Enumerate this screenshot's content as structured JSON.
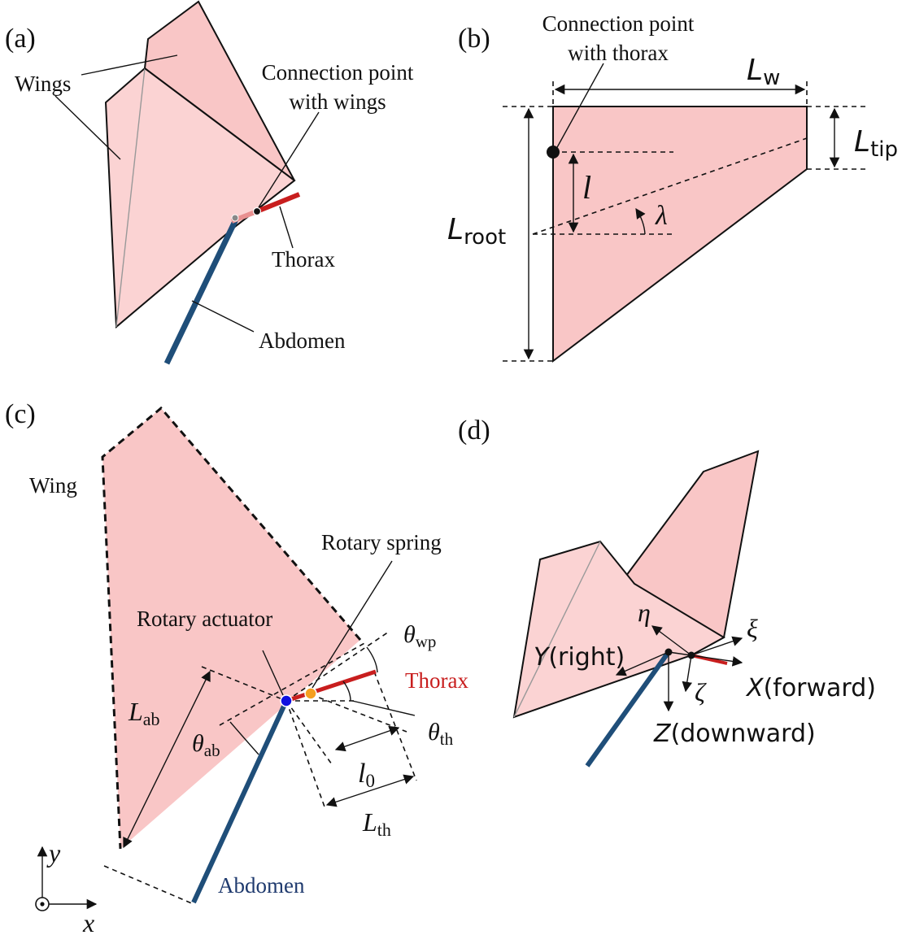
{
  "panels": {
    "a": {
      "tag": "(a)",
      "wings_label": "Wings",
      "connection_label_line1": "Connection point",
      "connection_label_line2": "with wings",
      "thorax_label": "Thorax",
      "abdomen_label": "Abdomen"
    },
    "b": {
      "tag": "(b)",
      "connection_label_line1": "Connection point",
      "connection_label_line2": "with thorax",
      "Lw": {
        "base": "L",
        "sub": "w"
      },
      "Ltip": {
        "base": "L",
        "sub": "tip"
      },
      "Lroot": {
        "base": "L",
        "sub": "root"
      },
      "l": "l",
      "lambda": "λ"
    },
    "c": {
      "tag": "(c)",
      "wing_label": "Wing",
      "rotary_spring_label": "Rotary spring",
      "rotary_actuator_label": "Rotary actuator",
      "theta_wp": {
        "base": "θ",
        "sub": "wp"
      },
      "thorax_label": "Thorax",
      "L_ab": {
        "base": "L",
        "sub": "ab"
      },
      "theta_ab": {
        "base": "θ",
        "sub": "ab"
      },
      "theta_th": {
        "base": "θ",
        "sub": "th"
      },
      "l0": {
        "base": "l",
        "sub": "0"
      },
      "L_th": {
        "base": "L",
        "sub": "th"
      },
      "abdomen_label": "Abdomen",
      "axis_y": "y",
      "axis_x": "x"
    },
    "d": {
      "tag": "(d)",
      "eta": "η",
      "xi": "ξ",
      "zeta": "ζ",
      "Y_axis": {
        "base": "Y",
        "rest": "(right)"
      },
      "X_axis": {
        "base": "X",
        "rest": "(forward)"
      },
      "Z_axis": {
        "base": "Z",
        "rest": "(downward)"
      }
    }
  },
  "colors": {
    "wing_fill": "#f9c6c6",
    "thorax": "#c81e1e",
    "abdomen": "#1f4e79",
    "abdomen_text": "#1f3a6e",
    "thorax_text": "#c81e1e",
    "actuator_joint": "#1010e0",
    "spring_joint": "#f5a020"
  }
}
